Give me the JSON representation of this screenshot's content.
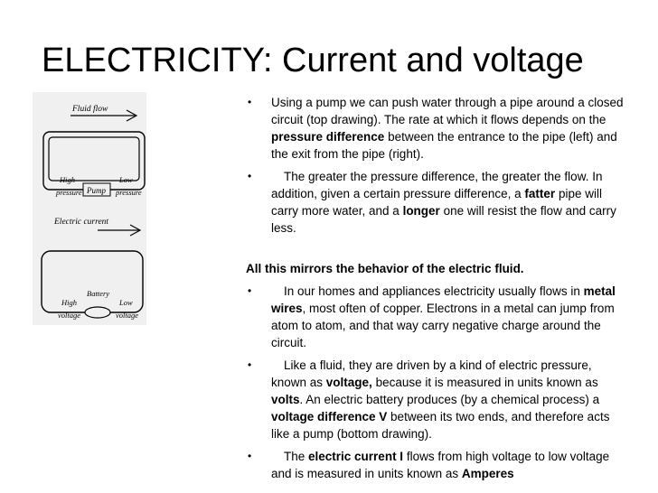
{
  "slide": {
    "title": "ELECTRICITY: Current and voltage"
  },
  "figure": {
    "top": {
      "flow_label": "Fluid flow",
      "high_label": "High",
      "pressure_left": "pressure",
      "pump_label": "Pump",
      "low_label": "Low",
      "pressure_right": "pressure"
    },
    "bottom": {
      "flow_label": "Electric current",
      "battery_label": "Battery",
      "high_label": "High",
      "voltage_left": "voltage",
      "low_label": "Low",
      "voltage_right": "voltage"
    }
  },
  "content": {
    "bullet1": {
      "pre": "Using a pump we can push water through a pipe around a closed circuit (top drawing). The rate at which it flows depends on the ",
      "bold1": "pressure difference",
      "post": " between the entrance to the pipe (left) and the exit from the pipe (right)."
    },
    "bullet2": {
      "pre": "The greater the pressure difference, the greater the flow. In addition, given a certain pressure difference, a ",
      "bold1": "fatter",
      "mid": " pipe will carry more water, and a ",
      "bold2": "longer",
      "post": " one will resist the flow and carry less."
    },
    "plain_line": "All this mirrors  the behavior of the electric fluid.",
    "bullet3": {
      "pre": "In our homes and appliances electricity usually flows in ",
      "bold1": "metal wires",
      "post": ", most often of copper. Electrons in a metal can jump from atom to atom, and that way carry negative charge around the circuit."
    },
    "bullet4": {
      "pre": "Like a fluid, they are driven by a kind of electric pressure, known as ",
      "bold1": "voltage,",
      "mid1": " because it is measured in units known as ",
      "bold2": "volts",
      "mid2": ". An electric battery produces (by a chemical process) a ",
      "bold3": "voltage difference V",
      "post": " between its two ends, and therefore acts like a pump (bottom drawing)."
    },
    "bullet5": {
      "pre": "The ",
      "bold1": "electric current I",
      "mid": " flows from high voltage to low voltage and is measured in units known as ",
      "bold2": "Amperes"
    },
    "bullet_glyph": "•"
  }
}
